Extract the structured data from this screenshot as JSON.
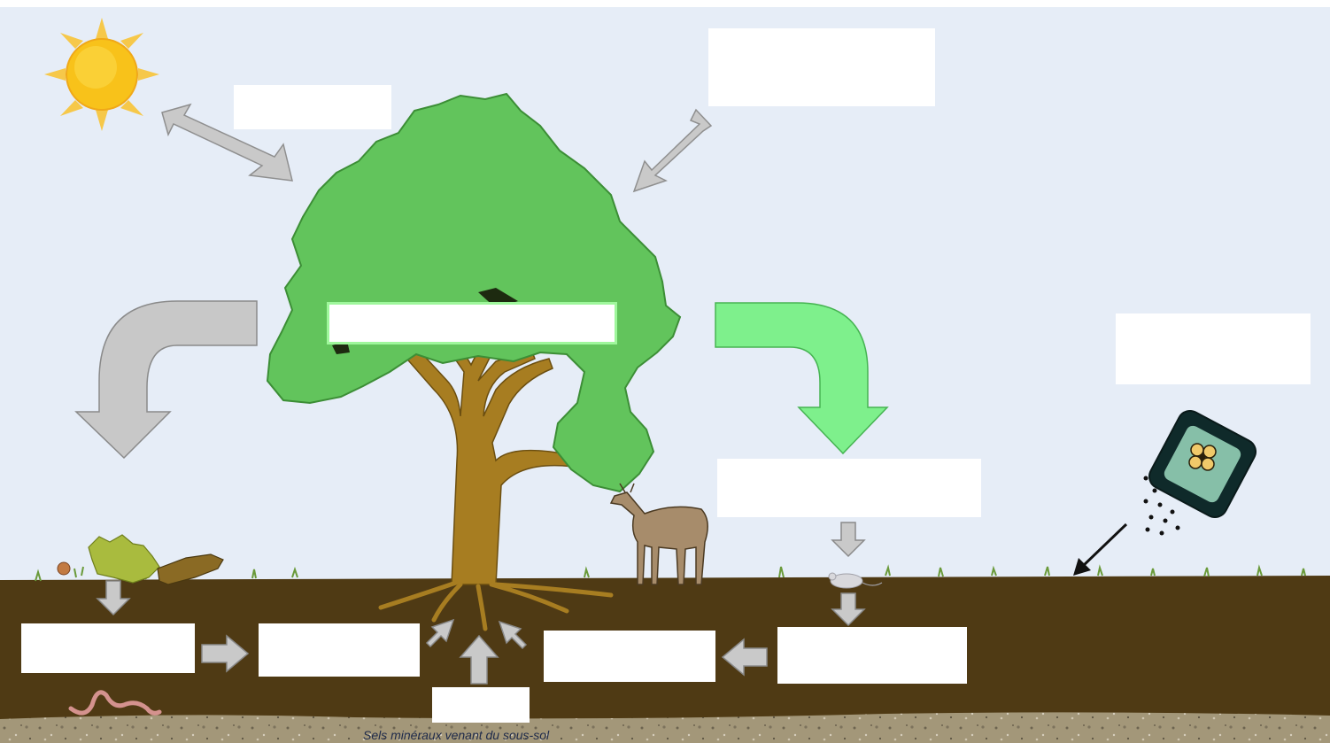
{
  "caption": "Sels minéraux venant du sous-sol",
  "colors": {
    "sky": "#e6edf7",
    "soil": "#4f3a14",
    "subsoil": "#a89c82",
    "canopy": "#62c45c",
    "trunk": "#a77d21",
    "arrow_gray": "#c8c8c8",
    "arrow_green": "#7ef08c",
    "sun": "#f8c21a"
  },
  "icons": [
    "sun-icon",
    "tree-icon",
    "deer-icon",
    "mouse-icon",
    "worm-icon",
    "dead-plant-icon",
    "fertilizer-bag-icon"
  ],
  "label_boxes": [
    "empty",
    "empty",
    "empty",
    "empty",
    "empty",
    "empty",
    "empty",
    "empty",
    "empty",
    "empty"
  ]
}
